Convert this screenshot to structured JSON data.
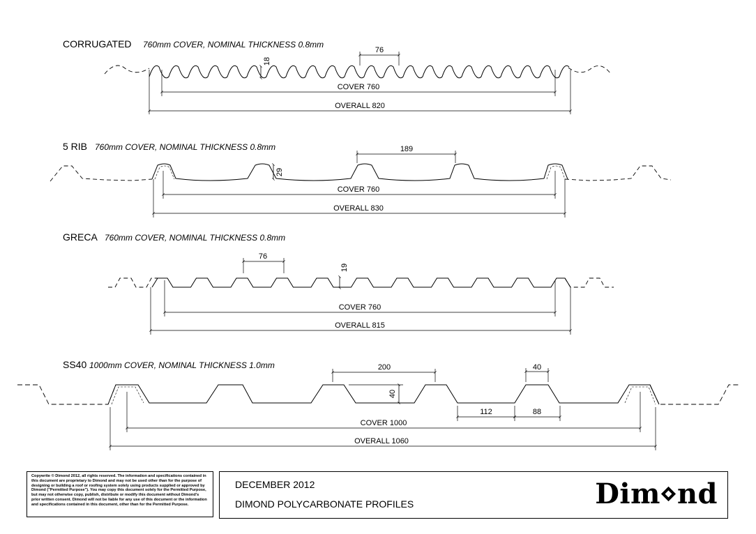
{
  "profiles": [
    {
      "id": "corrugated",
      "name": "CORRUGATED",
      "spec": "760mm  COVER,  NOMINAL  THICKNESS  0.8mm",
      "pitch_label": "76",
      "height_label": "18",
      "cover_label": "COVER  760",
      "overall_label": "OVERALL  820"
    },
    {
      "id": "five-rib",
      "name": "5 RIB",
      "spec": "760mm  COVER,  NOMINAL  THICKNESS  0.8mm",
      "pitch_label": "189",
      "height_label": "29",
      "cover_label": "COVER  760",
      "overall_label": "OVERALL  830"
    },
    {
      "id": "greca",
      "name": "GRECA",
      "spec": "760mm  COVER,  NOMINAL  THICKNESS  0.8mm",
      "pitch_label": "76",
      "height_label": "19",
      "cover_label": "COVER  760",
      "overall_label": "OVERALL  815"
    },
    {
      "id": "ss40",
      "name": "SS40",
      "spec": "1000mm  COVER,  NOMINAL  THICKNESS  1.0mm",
      "pitch_label": "200",
      "height_label": "40",
      "crest_label": "40",
      "pan_label": "112",
      "rib_base_label": "88",
      "cover_label": "COVER  1000",
      "overall_label": "OVERALL  1060"
    }
  ],
  "copyright": "Copywrite © Dimond 2012, all rights reserved. The information and specifications contained in this document are proprietary to Dimond and may not be used other than for the purpose of designing or building a roof or roofing system solely using products supplied or approved by Dimond (\"Permitted Purpose\"). You may copy this document solely for the Permitted Purpose, but may not otherwise copy, publish, distribute or modify this document without Dimond's prior written consent. Dimond will not be liable for any use of this document or the information and specifications contained in this document, other than for the Permitted Purpose.",
  "title_block": {
    "date": "DECEMBER 2012",
    "document_title": "DIMOND POLYCARBONATE PROFILES",
    "logo_left": "Dim",
    "logo_right": "nd"
  }
}
